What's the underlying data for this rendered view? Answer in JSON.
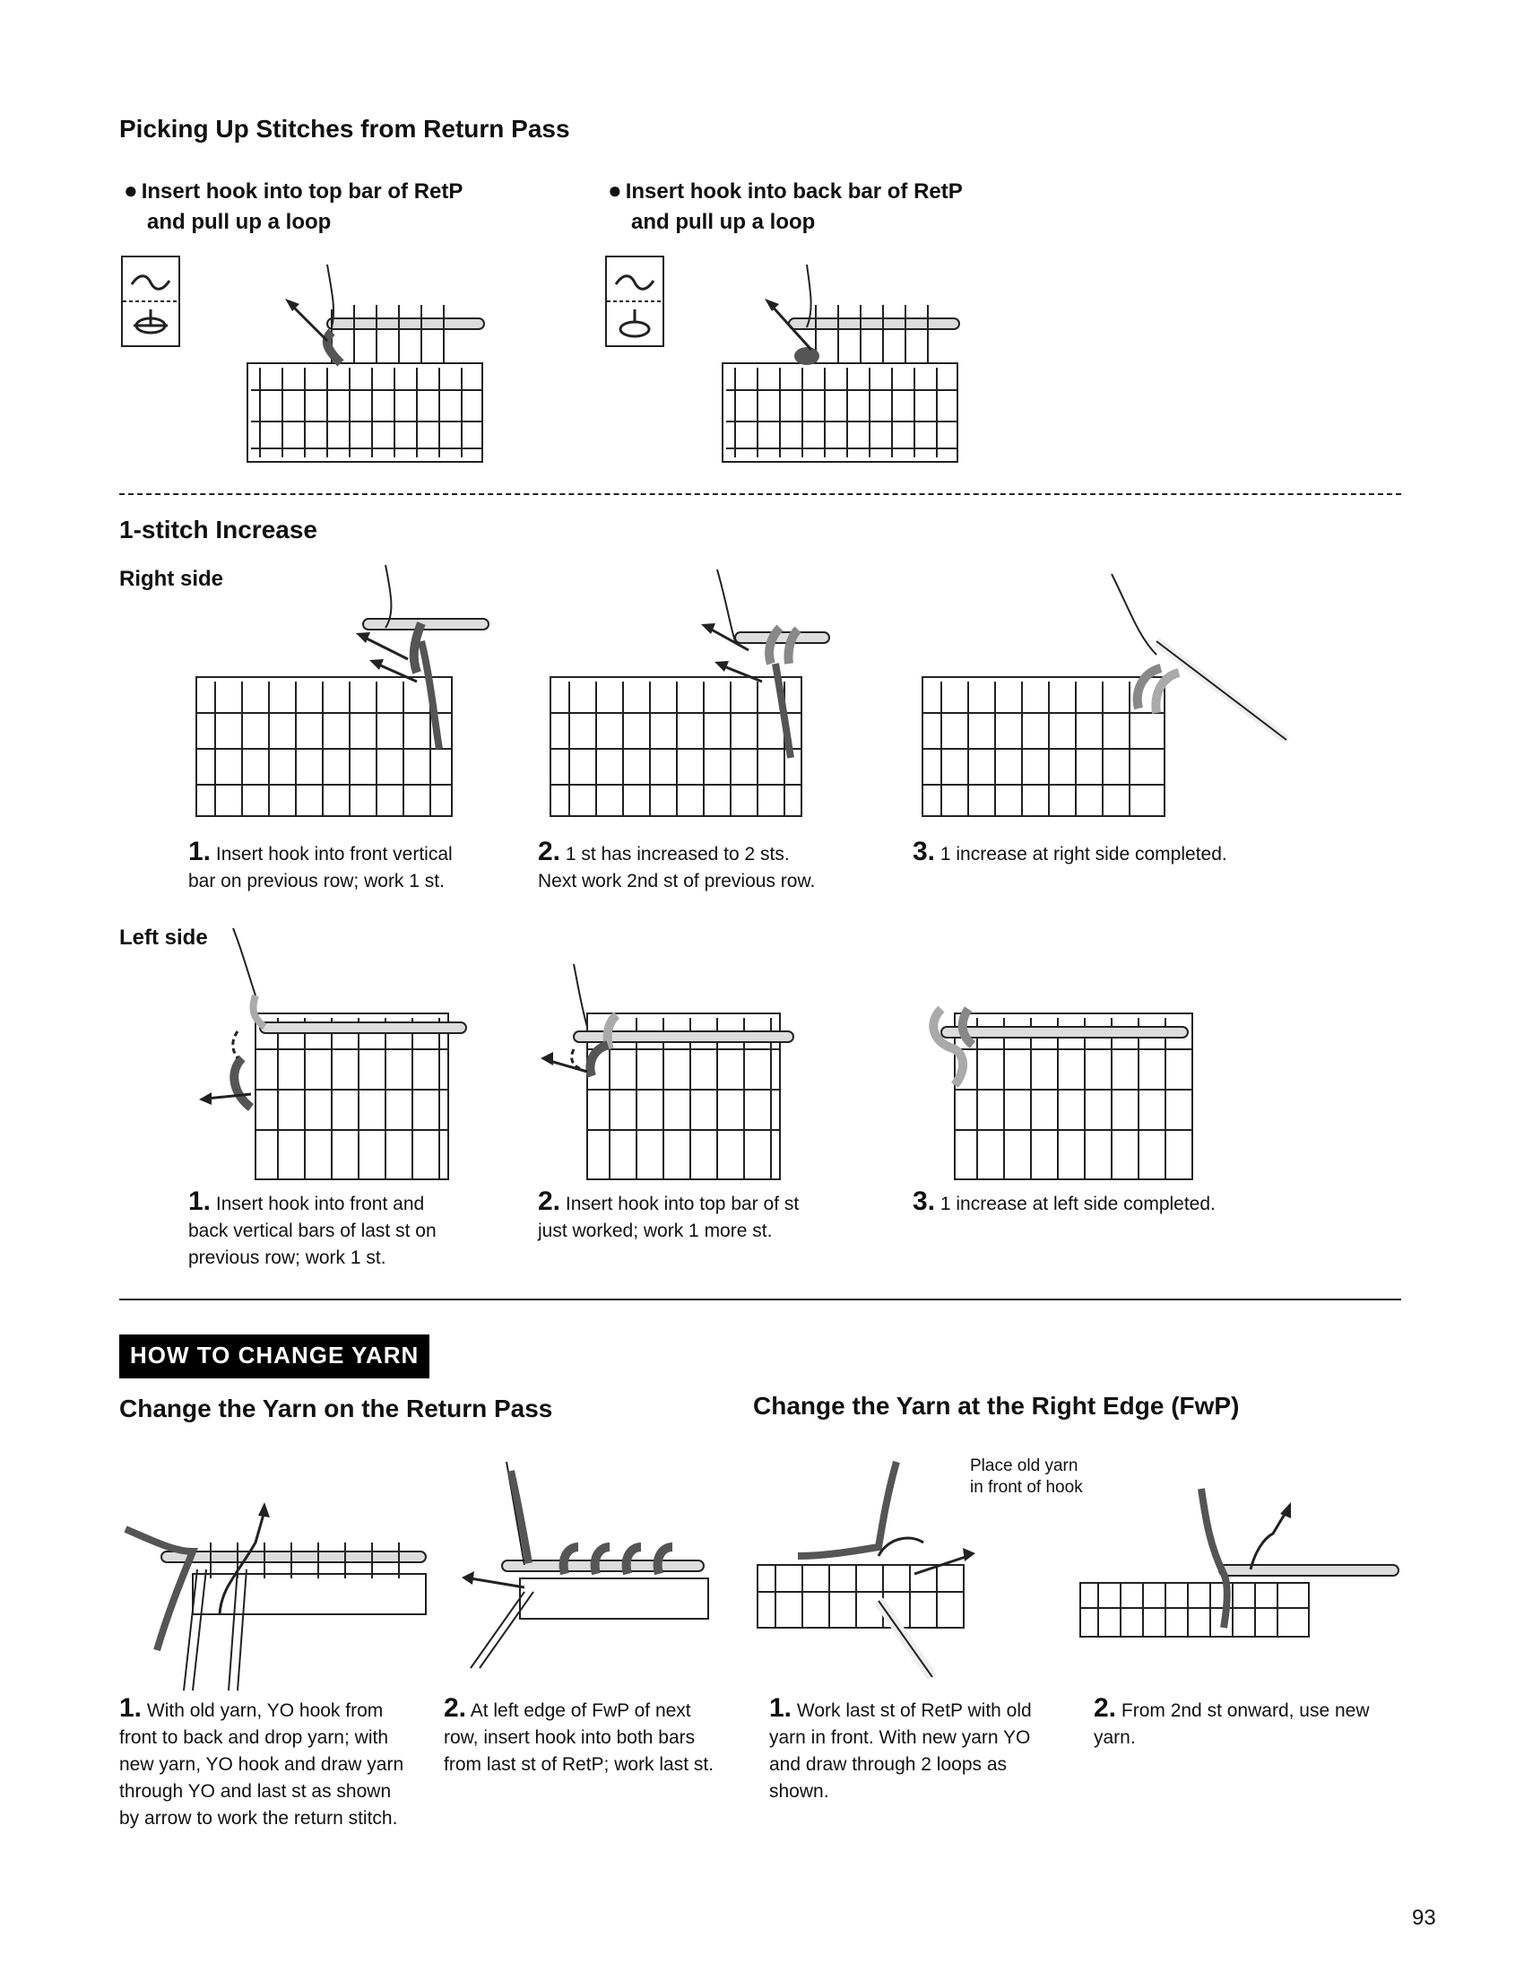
{
  "picking": {
    "title": "Picking Up Stitches from Return Pass",
    "left": {
      "bullet": "●",
      "line1": "Insert hook into top bar of RetP",
      "line2": "and pull up a loop"
    },
    "right": {
      "bullet": "●",
      "line1": "Insert hook into back bar of RetP",
      "line2": "and pull up a loop"
    }
  },
  "increase": {
    "title": "1-stitch Increase",
    "right_label": "Right side",
    "left_label": "Left side",
    "right_steps": [
      {
        "num": "1.",
        "line1": "Insert hook into front vertical",
        "line2": "bar on previous row; work 1 st."
      },
      {
        "num": "2.",
        "line1": "1 st has increased to 2 sts.",
        "line2": "Next work 2nd st of previous row."
      },
      {
        "num": "3.",
        "line1": "1 increase at right side completed."
      }
    ],
    "left_steps": [
      {
        "num": "1.",
        "line1": "Insert hook into front and",
        "line2": "back vertical bars of last st on",
        "line3": "previous row; work 1 st."
      },
      {
        "num": "2.",
        "line1": "Insert hook into top bar of st",
        "line2": "just worked; work 1 more st."
      },
      {
        "num": "3.",
        "line1": "1 increase at left side completed."
      }
    ]
  },
  "change": {
    "banner": "HOW TO CHANGE YARN",
    "return_title": "Change the Yarn on the Return Pass",
    "right_title": "Change the Yarn at the Right Edge (FwP)",
    "note_line1": "Place old yarn",
    "note_line2": "in front of hook",
    "steps": [
      {
        "num": "1.",
        "line1": "With old yarn, YO hook from",
        "line2": "front to back and drop yarn; with",
        "line3": "new yarn, YO hook and draw yarn",
        "line4": "through YO and last st as shown",
        "line5": "by arrow to work the return stitch."
      },
      {
        "num": "2.",
        "line1": "At left edge of FwP of next",
        "line2": "row, insert hook into both bars",
        "line3": "from last st of RetP; work last st."
      },
      {
        "num": "1.",
        "line1": "Work last st of RetP with old",
        "line2": "yarn in front. With new yarn YO",
        "line3": "and draw through 2 loops as",
        "line4": "shown."
      },
      {
        "num": "2.",
        "line1": "From 2nd st onward, use new",
        "line2": "yarn."
      }
    ]
  },
  "page_number": "93"
}
